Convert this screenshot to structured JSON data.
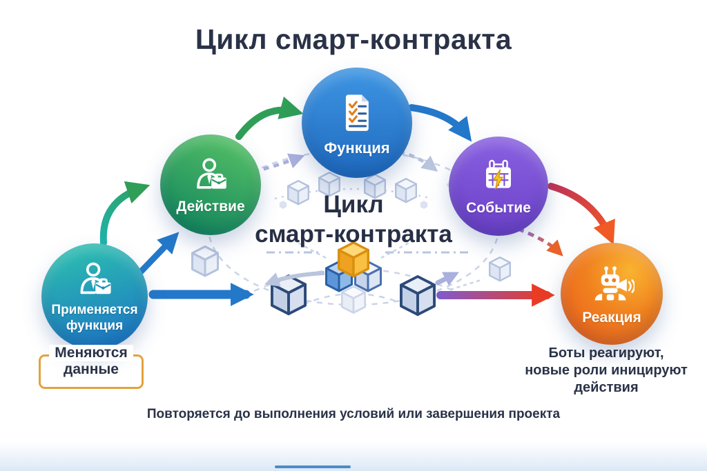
{
  "title": "Цикл смарт-контракта",
  "center": {
    "line1": "Цикл",
    "line2": "смарт-контракта"
  },
  "nodes": {
    "apply": {
      "line1": "Применяется",
      "line2": "функция"
    },
    "action": {
      "label": "Действие"
    },
    "function": {
      "label": "Функция"
    },
    "event": {
      "label": "Событие"
    },
    "reaction": {
      "label": "Реакция"
    }
  },
  "annotations": {
    "data_change": {
      "line1": "Меняются",
      "line2": "данные"
    },
    "bots": {
      "line1": "Боты реагируют,",
      "line2": "новые роли иницируют",
      "line3": "действия"
    },
    "footer": "Повторяется до выполнения условий или завершения проекта"
  },
  "icons": {
    "apply": "person-briefcase-icon",
    "action": "person-briefcase-icon",
    "function": "checklist-document-icon",
    "event": "calendar-lightning-icon",
    "reaction": "robot-megaphone-icon"
  },
  "colors": {
    "background": "#ffffff",
    "title_text": "#2a3247",
    "node_apply_top": "#2cc0ae",
    "node_apply_bottom": "#1d74c6",
    "node_action_top": "#55c066",
    "node_action_bottom": "#12855d",
    "node_function_top": "#3e95e2",
    "node_function_bottom": "#1f6ac0",
    "node_event_top": "#8a62e2",
    "node_event_bottom": "#6a3fc6",
    "node_reaction_top": "#f9b330",
    "node_reaction_bottom": "#ec5a1d",
    "arrow_teal": "#1fb3ab",
    "arrow_green": "#2f9e57",
    "arrow_blue": "#2478ca",
    "arrow_red": "#ea3b24",
    "arrow_purple": "#8259c8",
    "cube_yellow": "#f5b731",
    "cube_navy_outline": "#2c4a78",
    "dashed_line": "#c9d3e8",
    "callout_border": "#e3a23c"
  }
}
